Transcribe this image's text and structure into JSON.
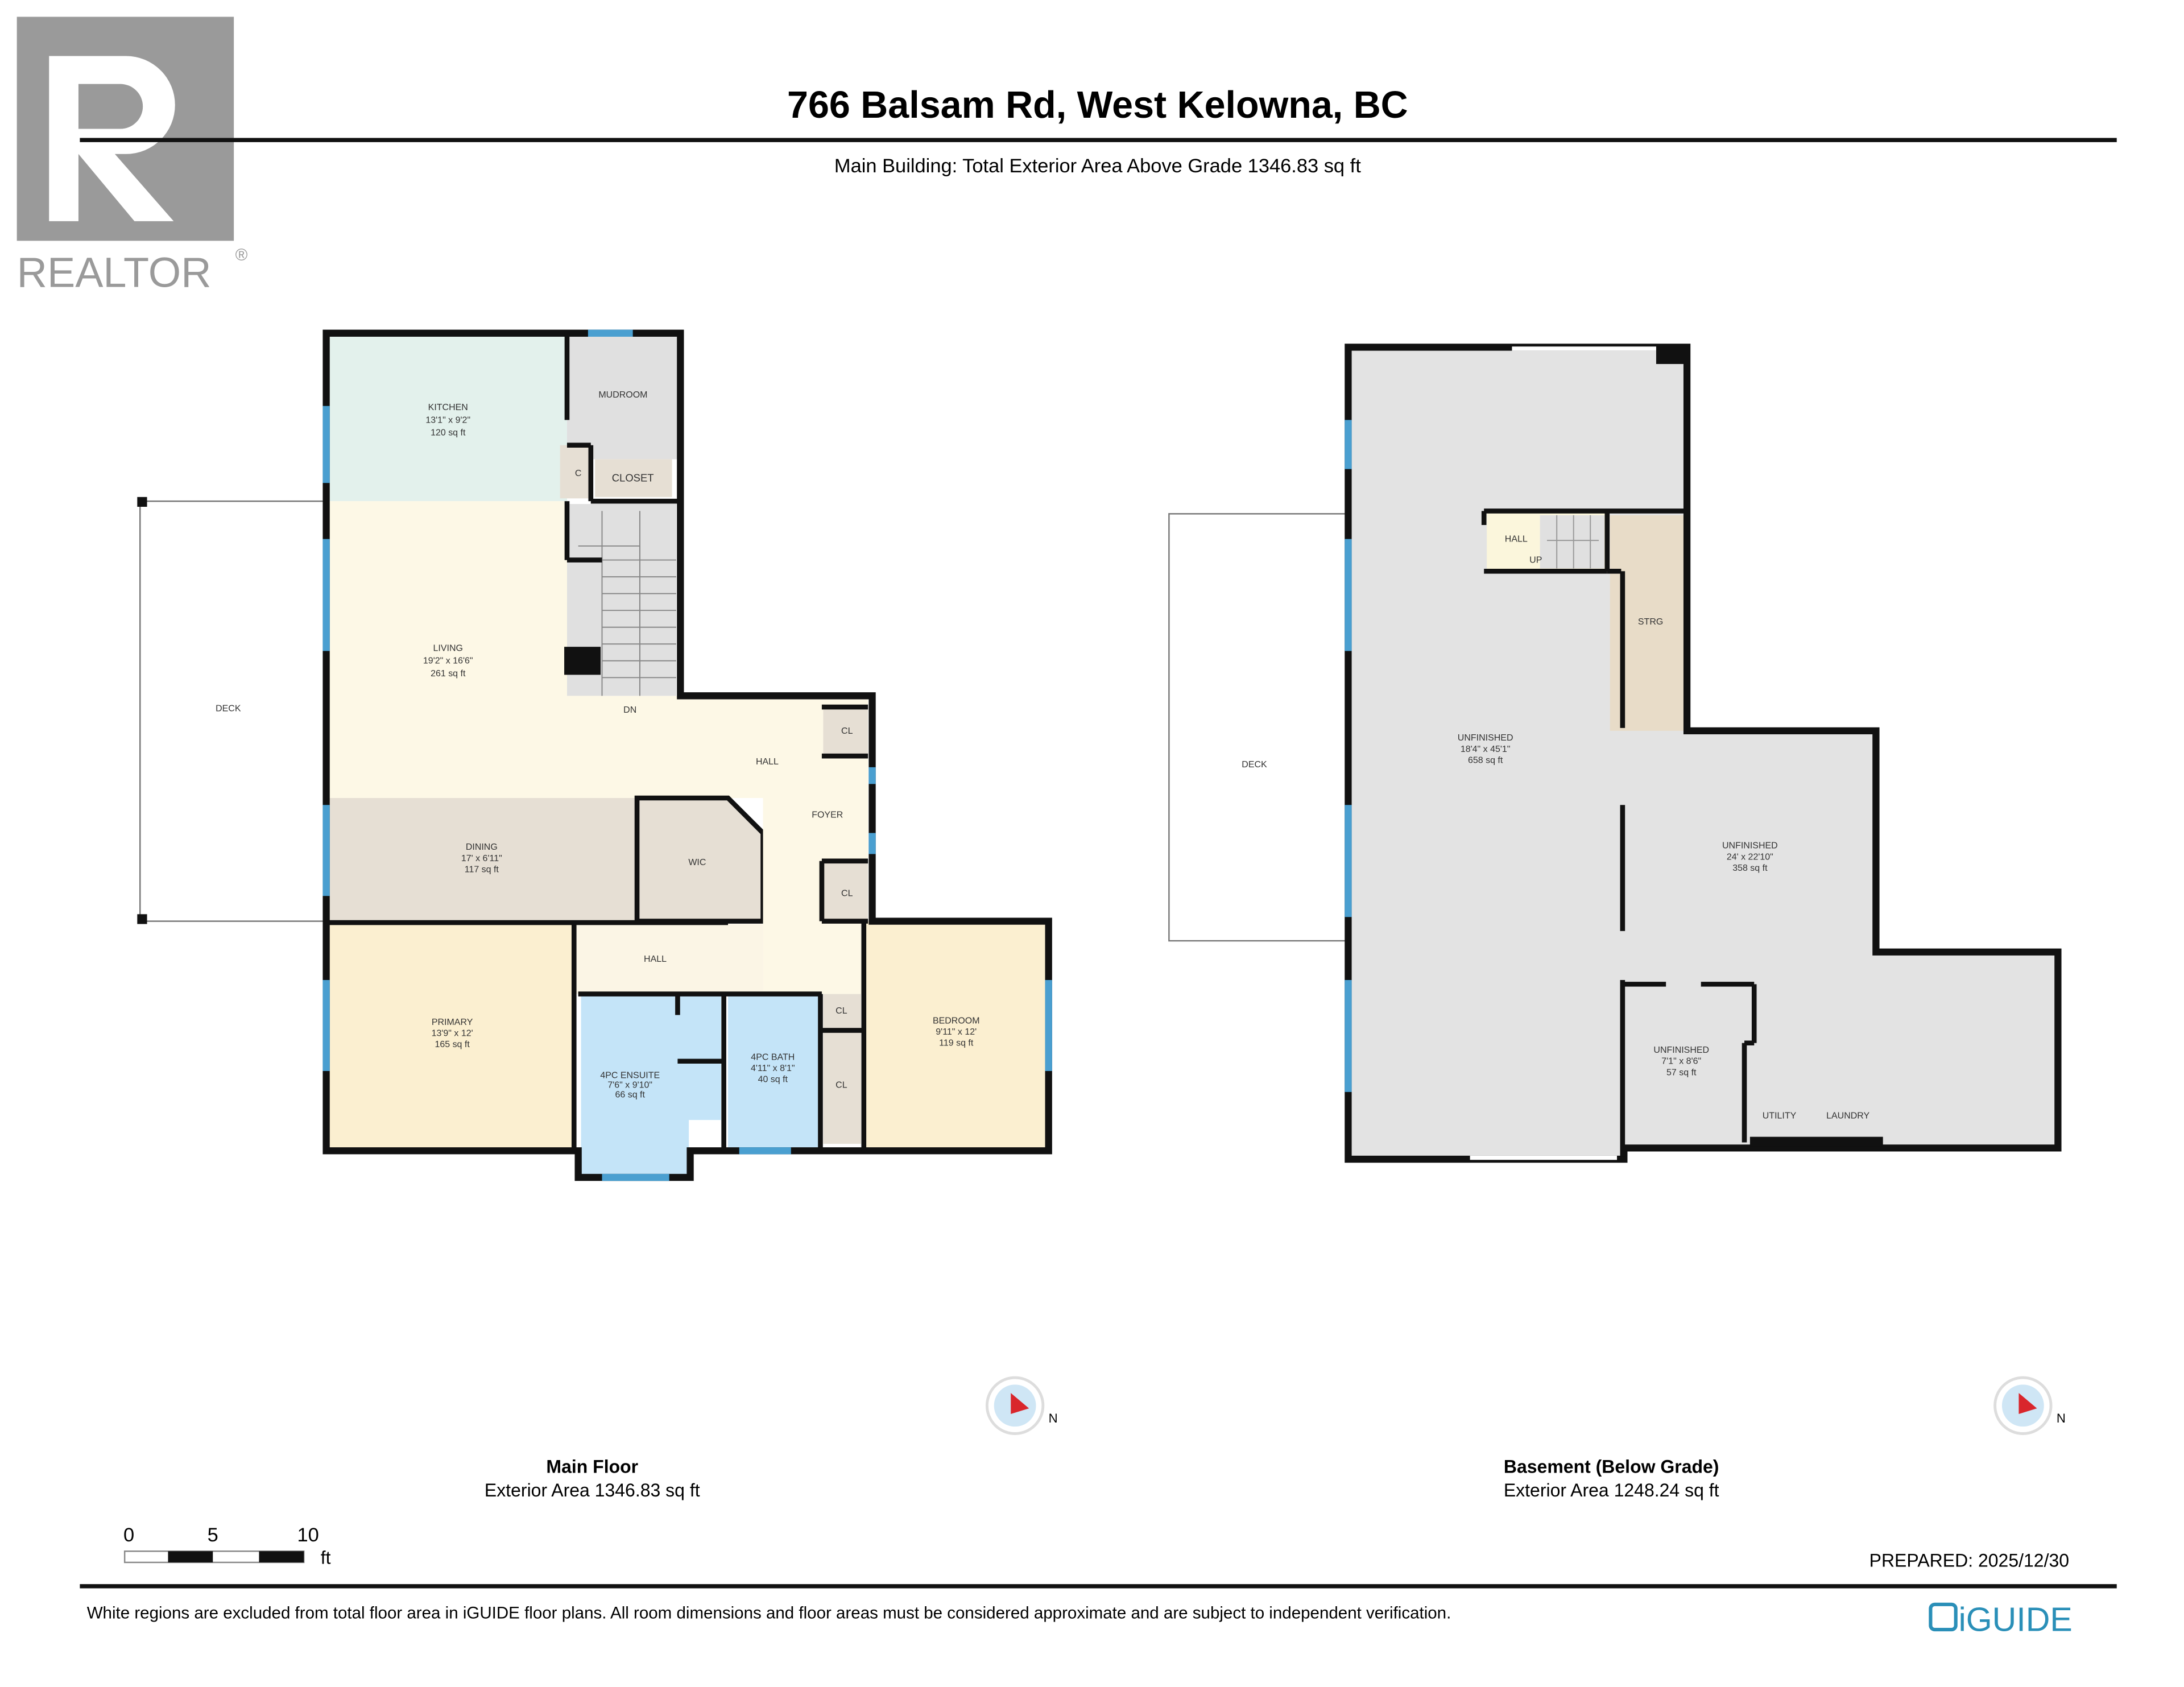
{
  "header": {
    "title": "766 Balsam Rd, West Kelowna, BC",
    "subtitle": "Main Building: Total Exterior Area Above Grade 1346.83 sq ft"
  },
  "logo": {
    "text": "REALTOR",
    "mark": "®",
    "color": "#9a9a9a"
  },
  "main_floor": {
    "label": "Main Floor",
    "area": "Exterior Area 1346.83 sq ft",
    "rooms": {
      "kitchen": {
        "name": "KITCHEN",
        "dims": "13'1\" x 9'2\"",
        "area": "120 sq ft"
      },
      "mudroom": {
        "name": "MUDROOM"
      },
      "c": {
        "name": "C"
      },
      "closet": {
        "name": "CLOSET"
      },
      "living": {
        "name": "LIVING",
        "dims": "19'2\" x 16'6\"",
        "area": "261 sq ft"
      },
      "dn": {
        "name": "DN"
      },
      "deck": {
        "name": "DECK"
      },
      "hall": {
        "name": "HALL"
      },
      "cl1": {
        "name": "CL"
      },
      "foyer": {
        "name": "FOYER"
      },
      "dining": {
        "name": "DINING",
        "dims": "17' x 6'11\"",
        "area": "117 sq ft"
      },
      "wic": {
        "name": "WIC"
      },
      "cl2": {
        "name": "CL"
      },
      "hall2": {
        "name": "HALL"
      },
      "primary": {
        "name": "PRIMARY",
        "dims": "13'9\" x 12'",
        "area": "165 sq ft"
      },
      "ensuite": {
        "name": "4PC ENSUITE",
        "dims": "7'6\" x 9'10\"",
        "area": "66 sq ft"
      },
      "bath": {
        "name": "4PC BATH",
        "dims": "4'11\" x 8'1\"",
        "area": "40 sq ft"
      },
      "cl3": {
        "name": "CL"
      },
      "cl4": {
        "name": "CL"
      },
      "bedroom": {
        "name": "BEDROOM",
        "dims": "9'11\" x 12'",
        "area": "119 sq ft"
      }
    }
  },
  "basement": {
    "label": "Basement (Below Grade)",
    "area": "Exterior Area 1248.24 sq ft",
    "rooms": {
      "deck": {
        "name": "DECK"
      },
      "hall": {
        "name": "HALL"
      },
      "up": {
        "name": "UP"
      },
      "strg": {
        "name": "STRG"
      },
      "unfinished1": {
        "name": "UNFINISHED",
        "dims": "18'4\" x 45'1\"",
        "area": "658 sq ft"
      },
      "unfinished2": {
        "name": "UNFINISHED",
        "dims": "24' x 22'10\"",
        "area": "358 sq ft"
      },
      "unfinished3": {
        "name": "UNFINISHED",
        "dims": "7'1\" x 8'6\"",
        "area": "57 sq ft"
      },
      "utility": {
        "name": "UTILITY"
      },
      "laundry": {
        "name": "LAUNDRY"
      }
    }
  },
  "compass": {
    "label": "N",
    "icon": "compass-icon"
  },
  "scale": {
    "ticks": [
      "0",
      "5",
      "10"
    ],
    "unit": "ft"
  },
  "prepared": "PREPARED: 2025/12/30",
  "footer": {
    "disclaimer": "White regions are excluded from total floor area in iGUIDE floor plans. All room dimensions and floor areas must be considered approximate and are subject to independent verification.",
    "brand": "iGUIDE",
    "brand_color": "#2a8fb8"
  },
  "colors": {
    "kitchen": "#e3f1ec",
    "living": "#fdf8e6",
    "bedroom": "#fbefd0",
    "closet": "#e6dfd4",
    "bath": "#c4e4f8",
    "unfinished": "#e3e3e3",
    "window": "#4a9fd0"
  }
}
